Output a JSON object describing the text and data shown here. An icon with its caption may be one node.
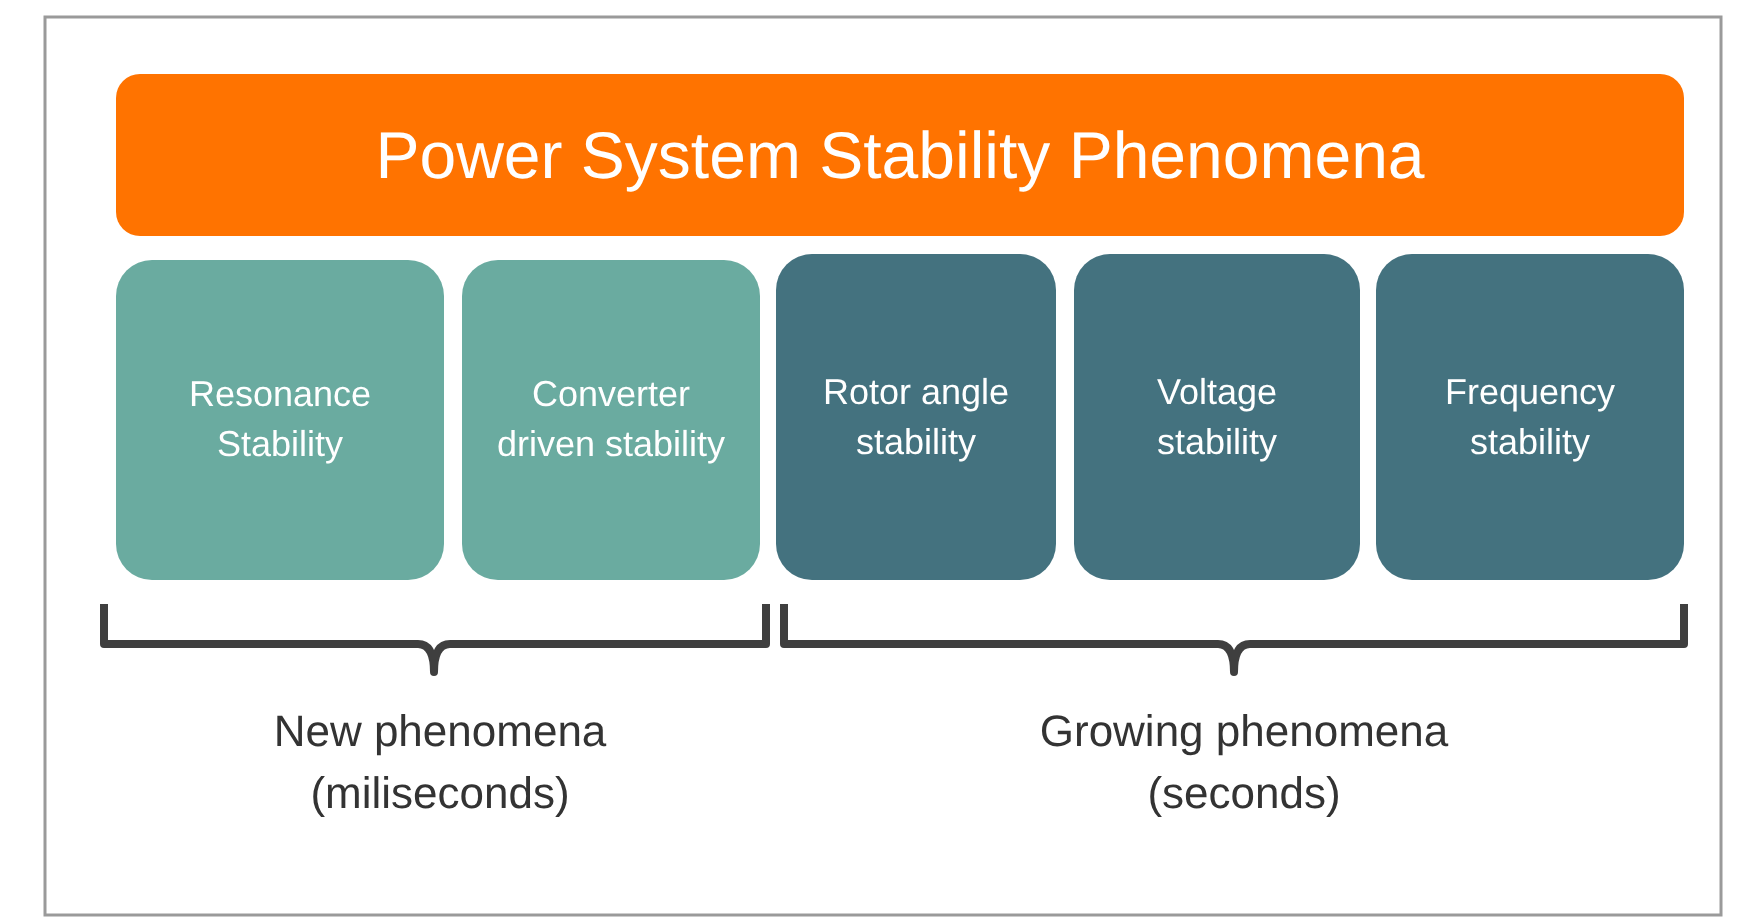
{
  "diagram": {
    "nodes": [
      {
        "text": [
          "Power System Stability Phenomena"
        ]
      },
      {
        "text": [
          "Resonance Stability"
        ]
      },
      {
        "text": [
          "Converter driven stability"
        ]
      },
      {
        "text": [
          "Rotor angle stability"
        ]
      },
      {
        "text": [
          "Voltage stability"
        ]
      },
      {
        "text": [
          "Frequency stability"
        ]
      }
    ],
    "labels": [
      "New phenomena (miliseconds)",
      "Growing phenomena (seconds)"
    ]
  }
}
